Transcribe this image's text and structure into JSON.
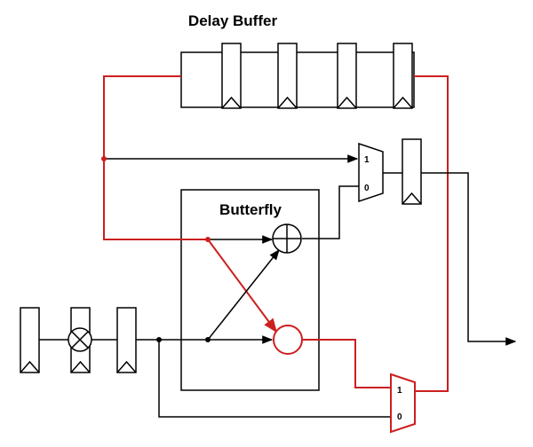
{
  "labels": {
    "delay_buffer": "Delay Buffer",
    "butterfly": "Butterfly"
  },
  "mux_top": {
    "in1": "1",
    "in0": "0"
  },
  "mux_bottom": {
    "in1": "1",
    "in0": "0"
  },
  "colors": {
    "wire": "#000000",
    "highlight": "#cc1f1f",
    "fill": "#ffffff"
  },
  "icons": {
    "adder": "circled-plus-icon",
    "multiplier": "circled-times-icon",
    "subtractor": "circle-icon",
    "register": "clocked-register-icon",
    "mux": "multiplexer-icon"
  }
}
